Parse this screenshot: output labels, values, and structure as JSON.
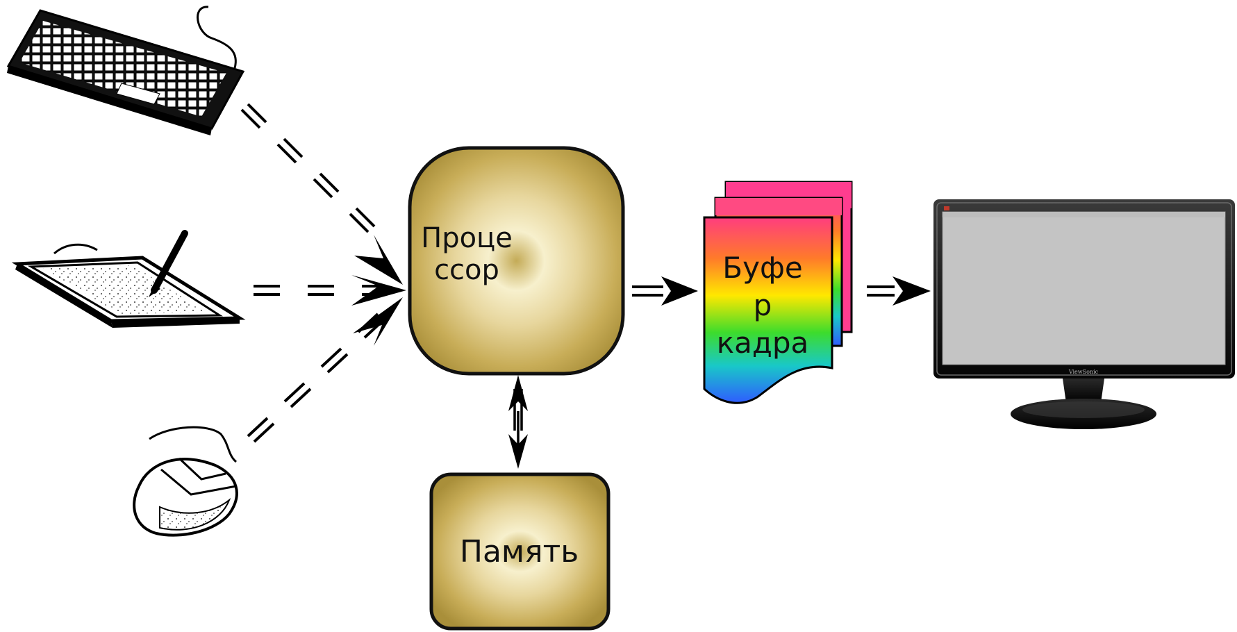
{
  "nodes": {
    "processor": {
      "lines": [
        "Проце",
        "ссор"
      ]
    },
    "memory": {
      "lines": [
        "Память"
      ]
    },
    "frame_buffer": {
      "lines": [
        "Буфе",
        "р",
        "кадра"
      ]
    }
  },
  "devices": {
    "keyboard": {
      "icon": "keyboard-icon"
    },
    "tablet": {
      "icon": "graphics-tablet-icon"
    },
    "mouse": {
      "icon": "mouse-icon"
    },
    "monitor": {
      "icon": "monitor-icon",
      "brand": "ViewSonic"
    }
  },
  "colors": {
    "node_fill_center": "#f6efc9",
    "node_fill_edge": "#b59b45",
    "outline": "#111111",
    "page_pink": "#ff3d9a",
    "page_yellow": "#ffe800",
    "page_green": "#22dd3a",
    "page_blue": "#2f6cff",
    "screen_gray": "#c4c4c4"
  }
}
